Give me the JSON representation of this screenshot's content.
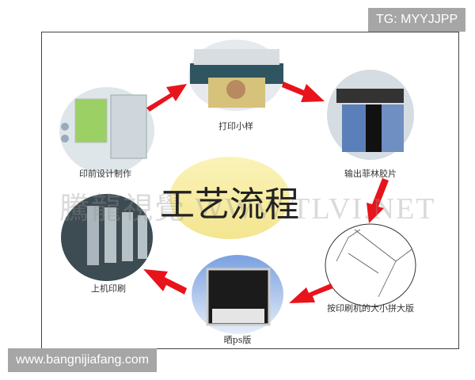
{
  "title": "工艺流程",
  "watermark": "騰龍視覺 WWW.TLVI.NET",
  "steps": [
    {
      "label": "印前设计制作",
      "icon": "computer-icon"
    },
    {
      "label": "打印小样",
      "icon": "printer-icon"
    },
    {
      "label": "输出菲林胶片",
      "icon": "film-output-icon"
    },
    {
      "label": "按印刷机的大小拼大版",
      "icon": "imposition-sketch-icon"
    },
    {
      "label": "晒ps版",
      "icon": "plate-exposure-icon"
    },
    {
      "label": "上机印刷",
      "icon": "printing-press-icon"
    }
  ],
  "overlay_tags": {
    "top_right": "TG: MYYJJPP",
    "bottom_left": "www.bangnijiafang.com"
  },
  "colors": {
    "arrow": "#e8141b",
    "center_ellipse": "#f7eda0"
  }
}
